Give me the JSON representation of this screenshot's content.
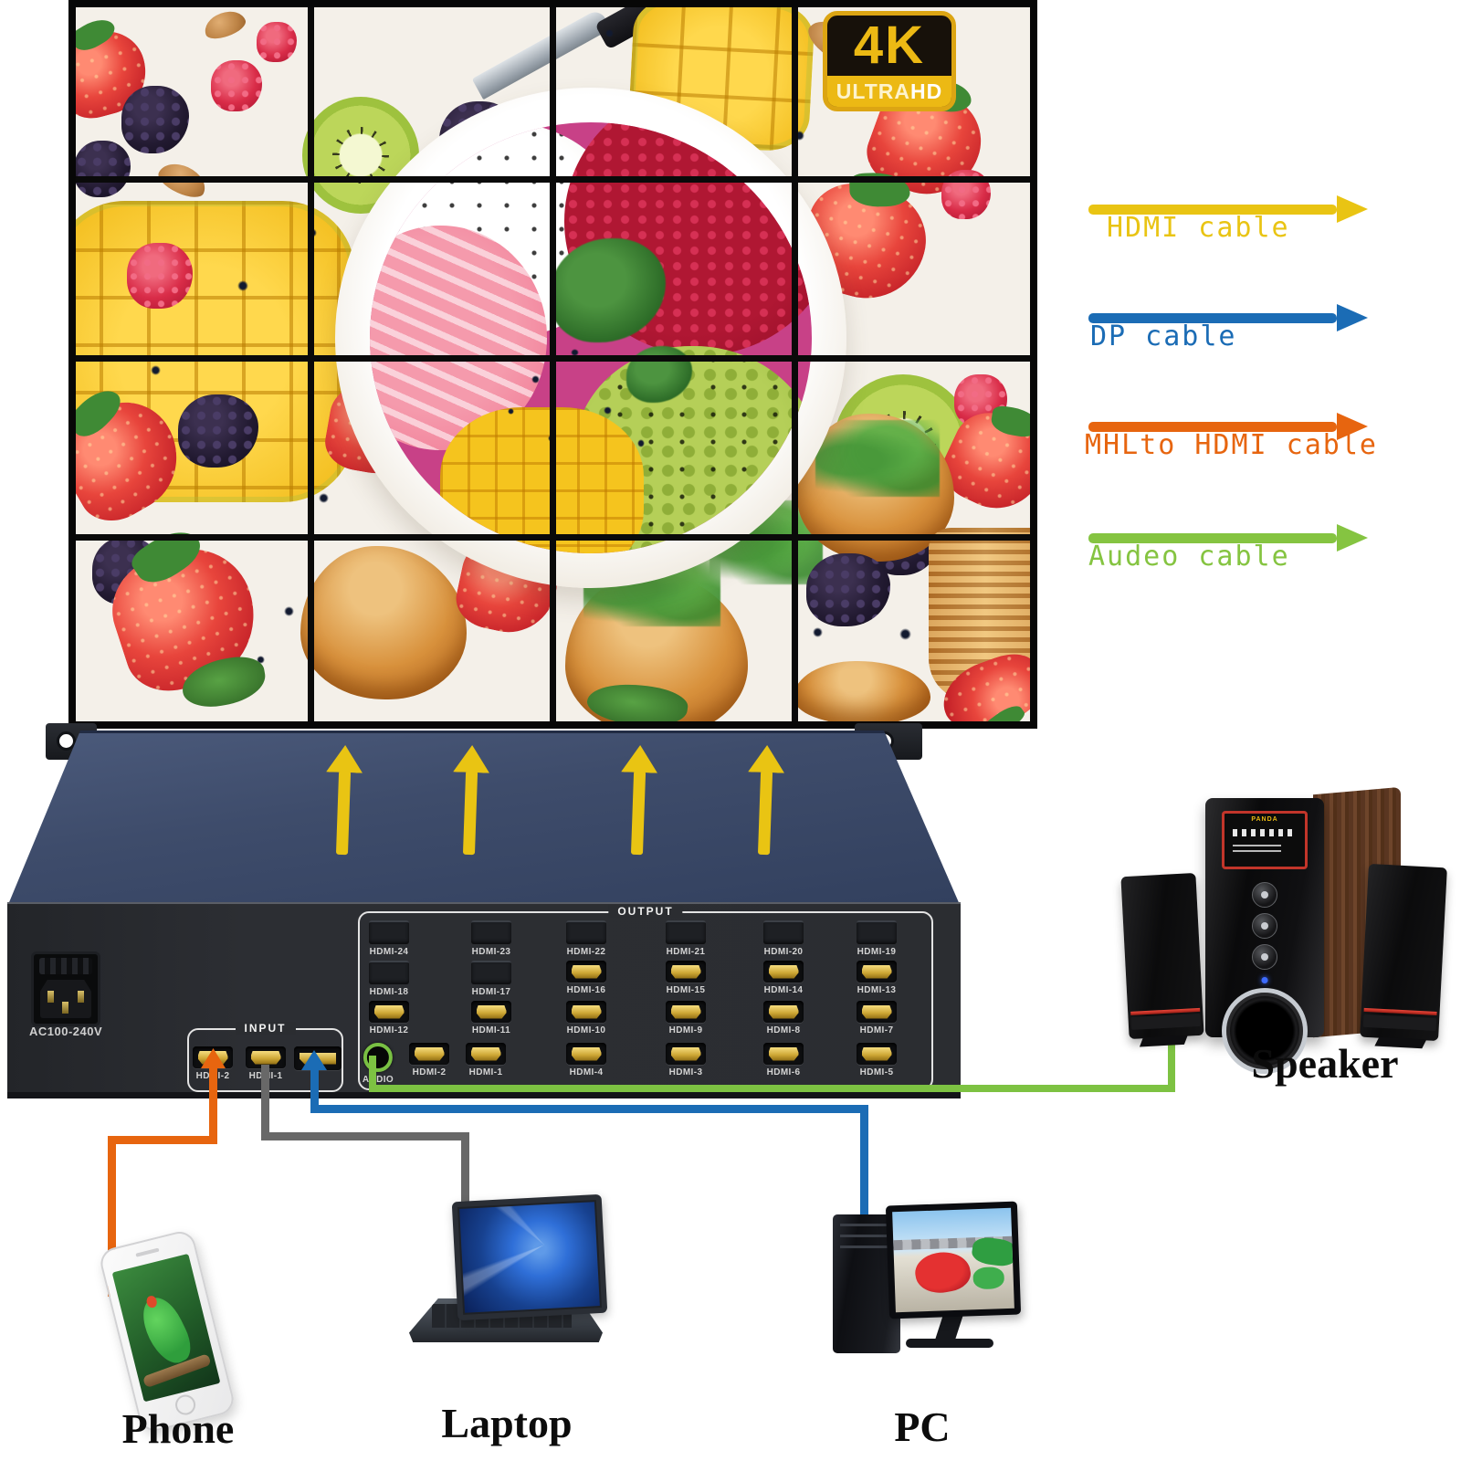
{
  "badge": {
    "title": "4K",
    "subtitle_a": "ULTRA",
    "subtitle_b": "HD"
  },
  "legend": {
    "items": [
      {
        "label": "HDMI cable",
        "color": "#e9c413"
      },
      {
        "label": "DP cable",
        "color": "#1b6cb5"
      },
      {
        "label": "MHLto HDMI cable",
        "color": "#e7650f"
      },
      {
        "label": "Audeo cable",
        "color": "#85c441"
      }
    ]
  },
  "device": {
    "power_label": "AC100-240V",
    "input": {
      "title": "INPUT",
      "ports": [
        {
          "label": "HDMI-2",
          "type": "hdmi"
        },
        {
          "label": "HDMI-1",
          "type": "hdmi"
        },
        {
          "label": "",
          "type": "dp"
        }
      ]
    },
    "output": {
      "title": "OUTPUT",
      "rows": [
        [
          {
            "label": "HDMI-24",
            "type": "empty"
          },
          {
            "label": "HDMI-23",
            "type": "empty"
          },
          {
            "label": "HDMI-22",
            "type": "empty"
          },
          {
            "label": "HDMI-21",
            "type": "empty"
          },
          {
            "label": "HDMI-20",
            "type": "empty"
          },
          {
            "label": "HDMI-19",
            "type": "empty"
          }
        ],
        [
          {
            "label": "HDMI-18",
            "type": "empty"
          },
          {
            "label": "HDMI-17",
            "type": "empty"
          },
          {
            "label": "HDMI-16",
            "type": "hdmi"
          },
          {
            "label": "HDMI-15",
            "type": "hdmi"
          },
          {
            "label": "HDMI-14",
            "type": "hdmi"
          },
          {
            "label": "HDMI-13",
            "type": "hdmi"
          }
        ],
        [
          {
            "label": "HDMI-12",
            "type": "hdmi"
          },
          {
            "label": "HDMI-11",
            "type": "hdmi"
          },
          {
            "label": "HDMI-10",
            "type": "hdmi"
          },
          {
            "label": "HDMI-9",
            "type": "hdmi"
          },
          {
            "label": "HDMI-8",
            "type": "hdmi"
          },
          {
            "label": "HDMI-7",
            "type": "hdmi"
          }
        ],
        [
          {
            "label": "AUDIO",
            "type": "audio"
          },
          {
            "label": "HDMI-2",
            "type": "hdmi"
          },
          {
            "label": "HDMI-1",
            "type": "hdmi"
          },
          {
            "label": "HDMI-4",
            "type": "hdmi"
          },
          {
            "label": "HDMI-3",
            "type": "hdmi"
          },
          {
            "label": "HDMI-6",
            "type": "hdmi"
          },
          {
            "label": "HDMI-5",
            "type": "hdmi"
          }
        ]
      ]
    }
  },
  "sources": {
    "phone": "Phone",
    "laptop": "Laptop",
    "pc": "PC",
    "speaker": "Speaker"
  },
  "speaker_brand": "PANDA",
  "wall": {
    "layout": "4x4"
  },
  "colors": {
    "hdmi_cable": "#e9c413",
    "dp_cable": "#1b6cb5",
    "mhl_cable": "#e7650f",
    "audio_cable": "#7dc242",
    "laptop_cable": "#686868",
    "device_top": "#3e4c6b",
    "device_panel": "#2b2d31",
    "port_gold": "#cfa836",
    "badge_gold": "#ecb914",
    "wall_bg": "#f4f0e9"
  }
}
